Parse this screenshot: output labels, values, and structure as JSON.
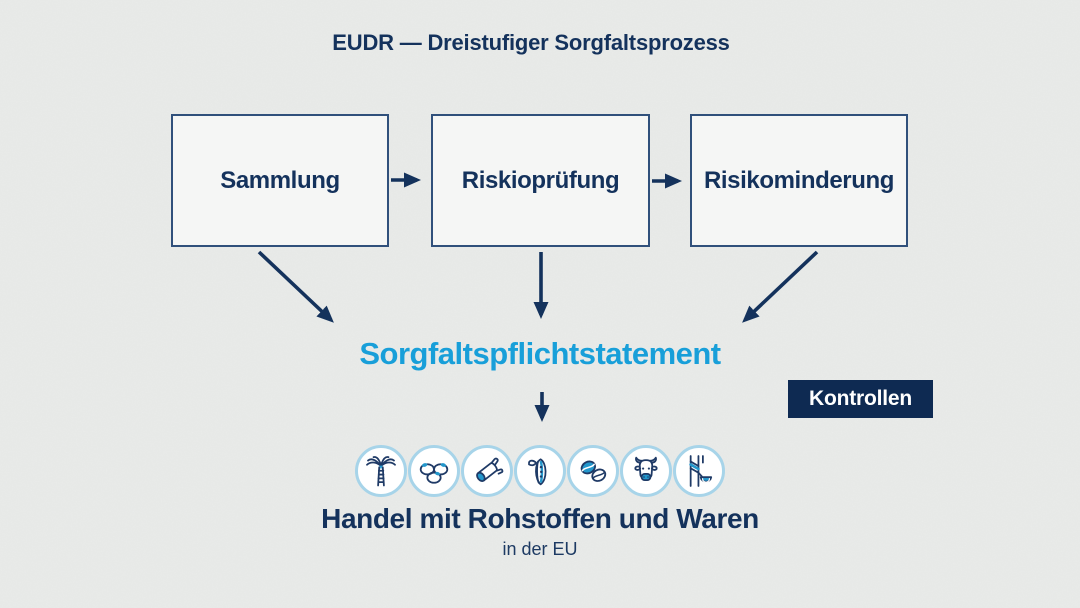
{
  "title": "EUDR — Dreistufiger Sorgfaltsprozess",
  "steps": [
    {
      "label": "Sammlung"
    },
    {
      "label": "Riskioprüfung"
    },
    {
      "label": "Risikominderung"
    }
  ],
  "statement_label": "Sorgfaltspflichtstatement",
  "controls_label": "Kontrollen",
  "commodity_icons": [
    "palm-tree-icon",
    "soybeans-icon",
    "wood-log-icon",
    "cacao-pod-icon",
    "coffee-beans-icon",
    "cattle-icon",
    "rubber-tap-icon"
  ],
  "footer": {
    "title": "Handel mit Rohstoffen und Waren",
    "subtitle": "in der EU"
  },
  "colors": {
    "navy": "#14325c",
    "cyan": "#1b9fd8",
    "badge_bg": "#0e2a52",
    "icon_ring": "#a7d4e9",
    "icon_line": "#1f3a66",
    "icon_accent": "#2397cc",
    "box_border": "#30507b",
    "box_fill": "#f5f6f5",
    "background": "#edefed"
  }
}
